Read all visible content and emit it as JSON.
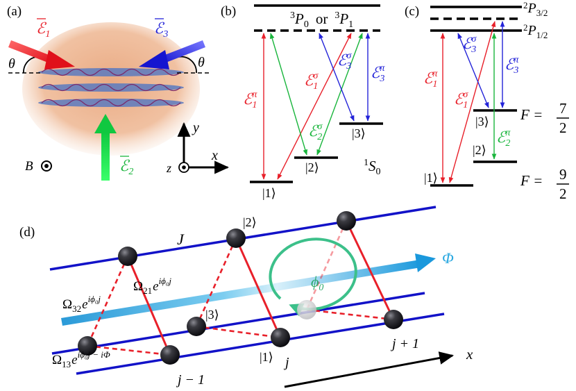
{
  "panels": {
    "a": {
      "label": "(a)",
      "fields": [
        {
          "sym": "ℰ",
          "sub": "1",
          "color": "#e8202a"
        },
        {
          "sym": "ℰ",
          "sub": "2",
          "color": "#19b53c"
        },
        {
          "sym": "ℰ",
          "sub": "3",
          "color": "#2323d8"
        }
      ],
      "theta": "θ",
      "b_field": "B",
      "axis_x": "x",
      "axis_y": "y",
      "axis_z": "z"
    },
    "b": {
      "label": "(b)",
      "excited_a": "P",
      "excited_a_sup": "3",
      "excited_a_sub": "0",
      "excited_or": "or",
      "excited_b": "P",
      "excited_b_sup": "3",
      "excited_b_sub": "1",
      "ground": "S",
      "ground_sup": "1",
      "ground_sub": "0",
      "state1": "|1⟩",
      "state2": "|2⟩",
      "state3": "|3⟩",
      "e1pi": {
        "sym": "ℰ",
        "sub": "1",
        "sup": "π"
      },
      "e1sigma": {
        "sym": "ℰ",
        "sub": "1",
        "sup": "σ"
      },
      "e2sigma": {
        "sym": "ℰ",
        "sub": "2",
        "sup": "σ"
      },
      "e3sigma": {
        "sym": "ℰ",
        "sub": "3",
        "sup": "σ"
      },
      "e3pi": {
        "sym": "ℰ",
        "sub": "3",
        "sup": "π"
      }
    },
    "c": {
      "label": "(c)",
      "upper": "P",
      "upper_sup": "2",
      "upper_sub": "3/2",
      "lower": "P",
      "lower_sup": "2",
      "lower_sub": "1/2",
      "f_upper": "F =",
      "f_upper_num": "7",
      "f_upper_den": "2",
      "f_lower": "F =",
      "f_lower_num": "9",
      "f_lower_den": "2",
      "state1": "|1⟩",
      "state2": "|2⟩",
      "state3": "|3⟩",
      "e1pi": {
        "sym": "ℰ",
        "sub": "1",
        "sup": "π"
      },
      "e1sigma": {
        "sym": "ℰ",
        "sub": "1",
        "sup": "σ"
      },
      "e2pi": {
        "sym": "ℰ",
        "sub": "2",
        "sup": "π"
      },
      "e3sigma": {
        "sym": "ℰ",
        "sub": "3",
        "sup": "σ"
      },
      "e3pi": {
        "sym": "ℰ",
        "sub": "3",
        "sup": "π"
      }
    },
    "d": {
      "label": "(d)",
      "coupling": "J",
      "flux": "Φ",
      "phi0": "ϕ",
      "phi0_sub": "0",
      "omega32": {
        "base": "Ω",
        "sub": "32",
        "exp": "e",
        "sup": "iϕ₀j"
      },
      "omega21": {
        "base": "Ω",
        "sub": "21",
        "exp": "e",
        "sup": "iϕ₀j"
      },
      "omega13": {
        "base": "Ω",
        "sub": "13",
        "exp": "e",
        "sup": "iϕ₀j − iΦ"
      },
      "state1": "|1⟩",
      "state2": "|2⟩",
      "state3": "|3⟩",
      "site_j": "j",
      "site_jm1": "j − 1",
      "site_jp1": "j + 1",
      "axis_x": "x"
    }
  },
  "colors": {
    "red": "#e8202a",
    "green": "#19b53c",
    "blue": "#2323d8",
    "lattice_blue": "#1212c8",
    "flux_cyan": "#2aa8e0",
    "phase_green": "#3cc08a",
    "cloud": "#e8a57c"
  }
}
